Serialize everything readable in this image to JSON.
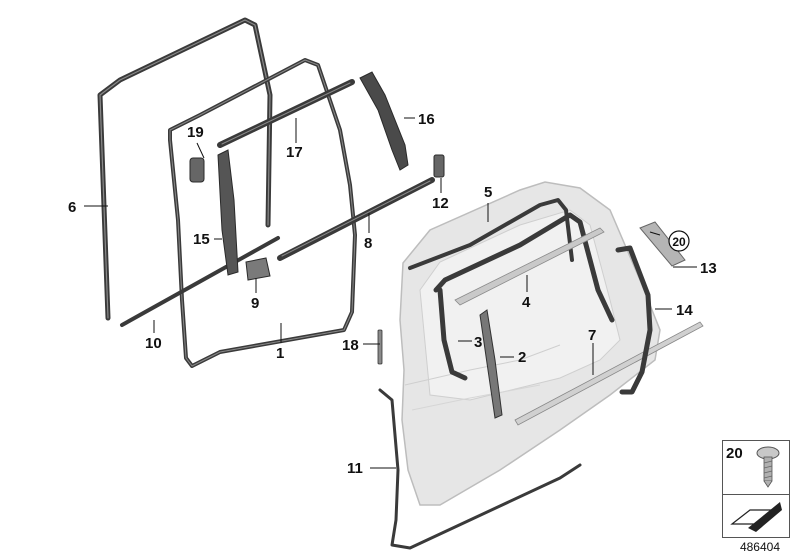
{
  "diagram": {
    "callouts": {
      "c1": "1",
      "c2": "2",
      "c3": "3",
      "c4": "4",
      "c5": "5",
      "c6": "6",
      "c7": "7",
      "c8": "8",
      "c9": "9",
      "c10": "10",
      "c11": "11",
      "c12": "12",
      "c13": "13",
      "c14": "14",
      "c15": "15",
      "c16": "16",
      "c17": "17",
      "c18": "18",
      "c19": "19",
      "c20": "20"
    }
  },
  "inset": {
    "part_label": "20"
  },
  "catalog_number": "486404",
  "colors": {
    "strip": "#3a3a3a",
    "door_panel": "#e3e3e3",
    "accent_line": "#111111"
  }
}
